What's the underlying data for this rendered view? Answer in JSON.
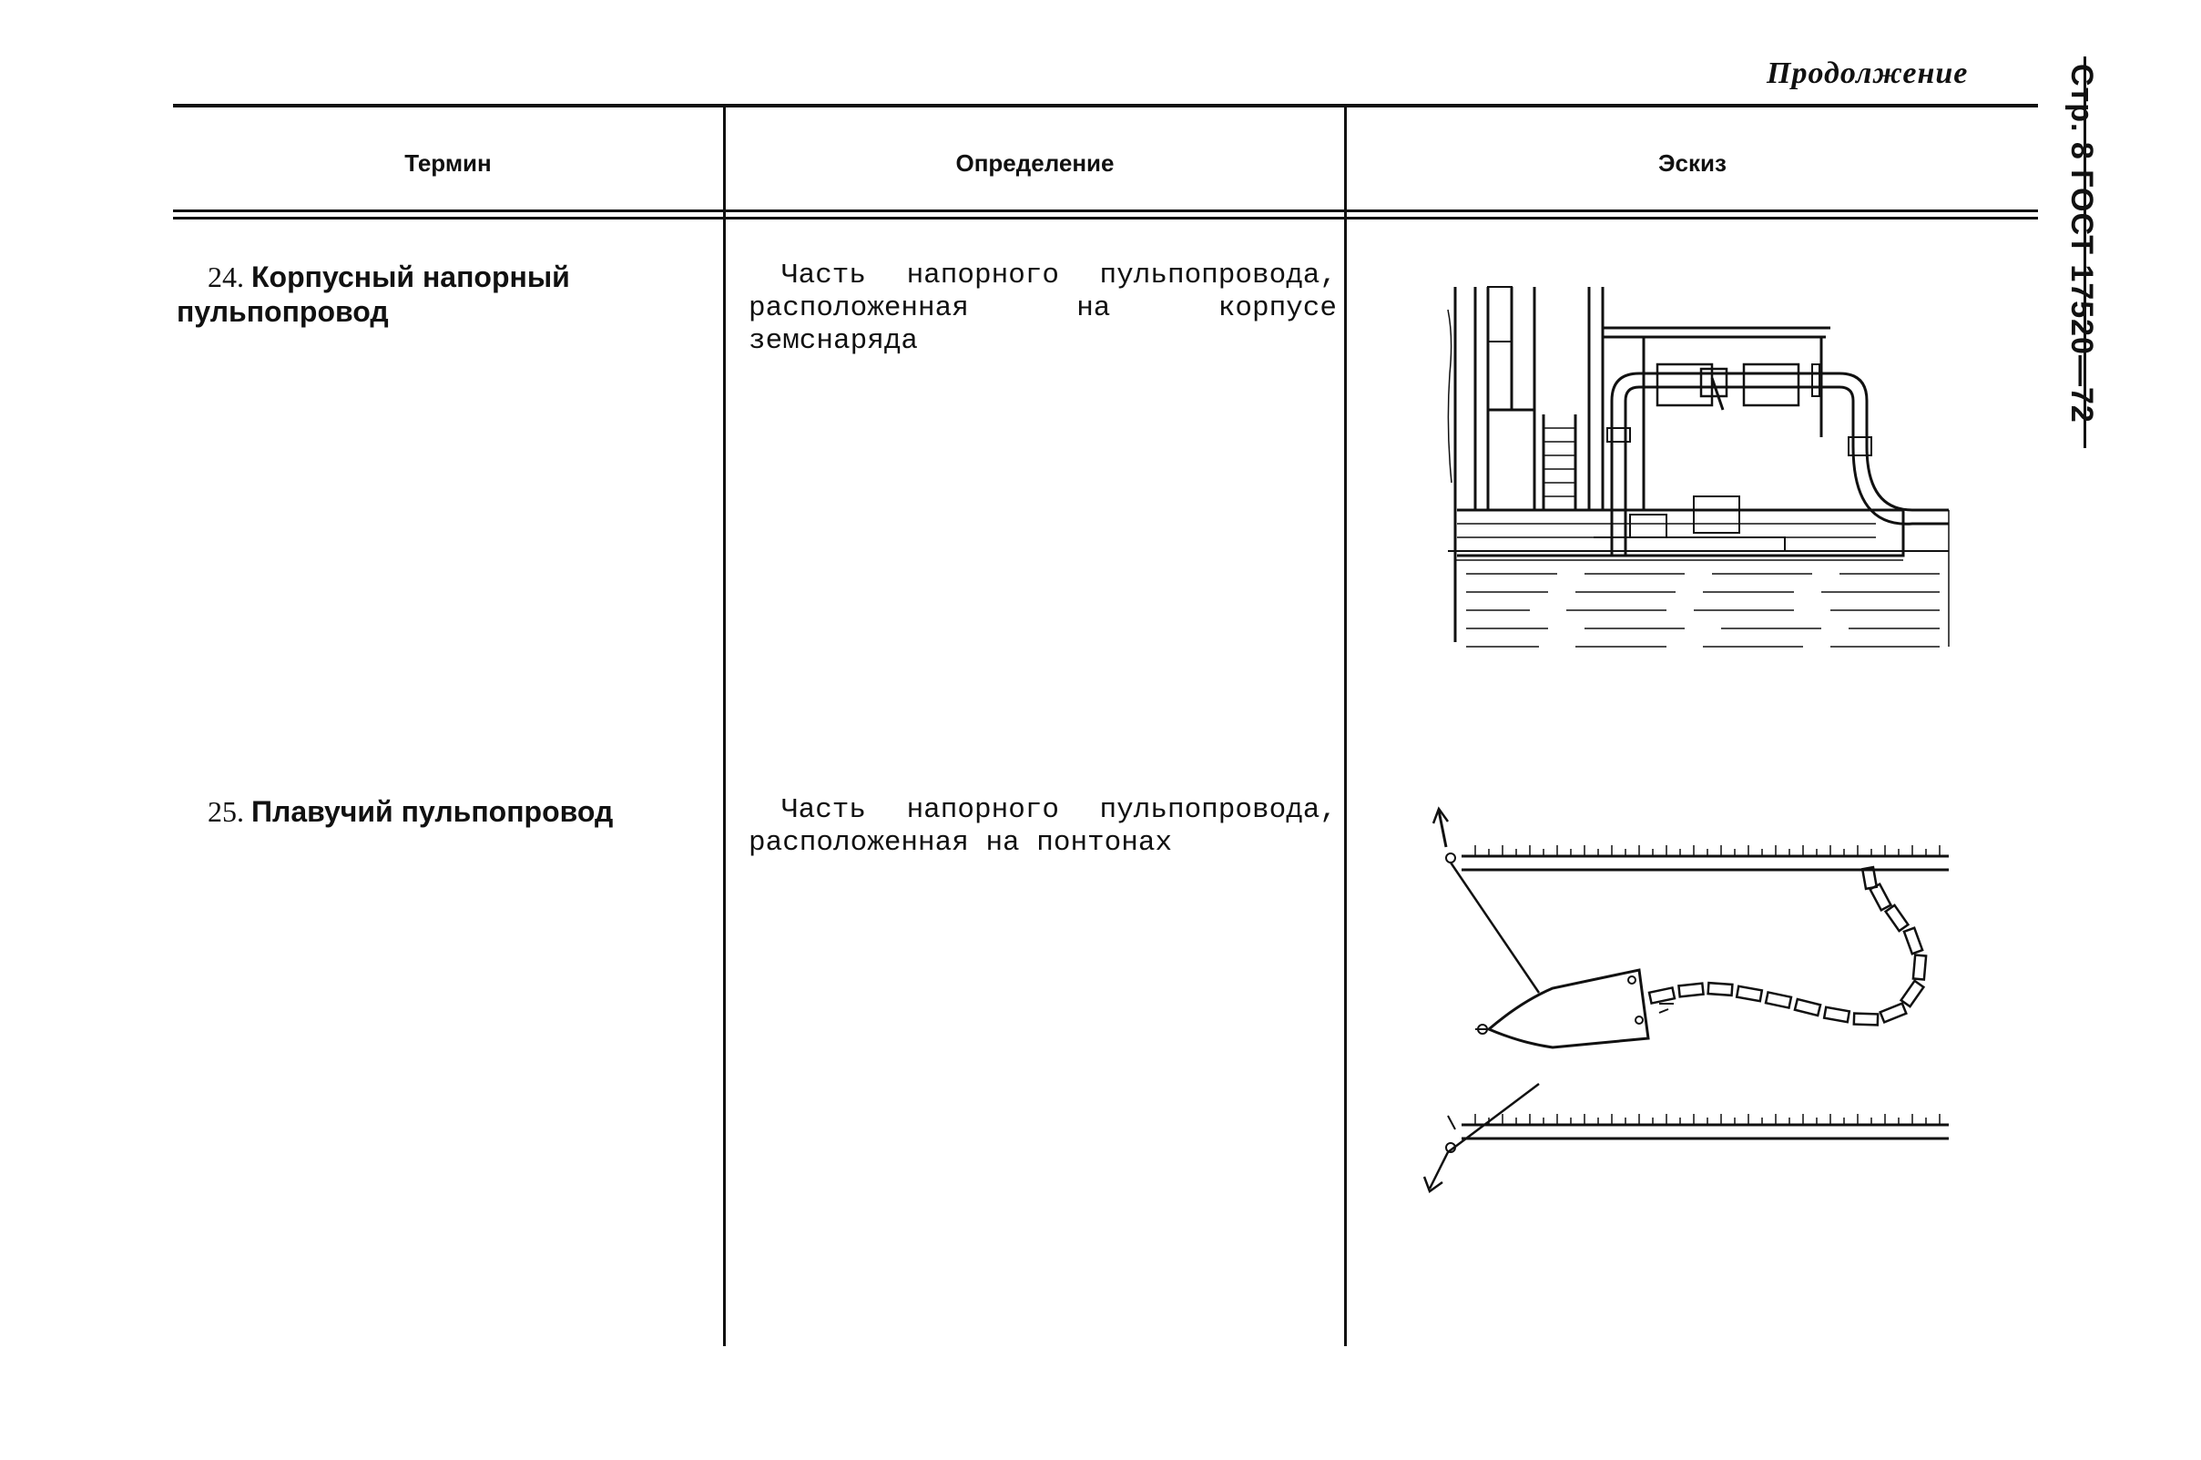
{
  "header": {
    "continuation": "Продолжение",
    "side_label": "Стр. 8 ГОСТ 17520—72"
  },
  "table": {
    "columns": [
      "Термин",
      "Определение",
      "Эскиз"
    ],
    "rows": [
      {
        "number": "24.",
        "term": "Корпусный напорный пульпопровод",
        "definition": "Часть напорного пульпопровода, расположенная на корпусе земснаряда",
        "sketch": "hull-pipeline-drawing"
      },
      {
        "number": "25.",
        "term": "Плавучий пульпопровод",
        "definition": "Часть напорного пульпопровода, расположенная на понтонах",
        "sketch": "floating-pipeline-drawing"
      }
    ]
  }
}
